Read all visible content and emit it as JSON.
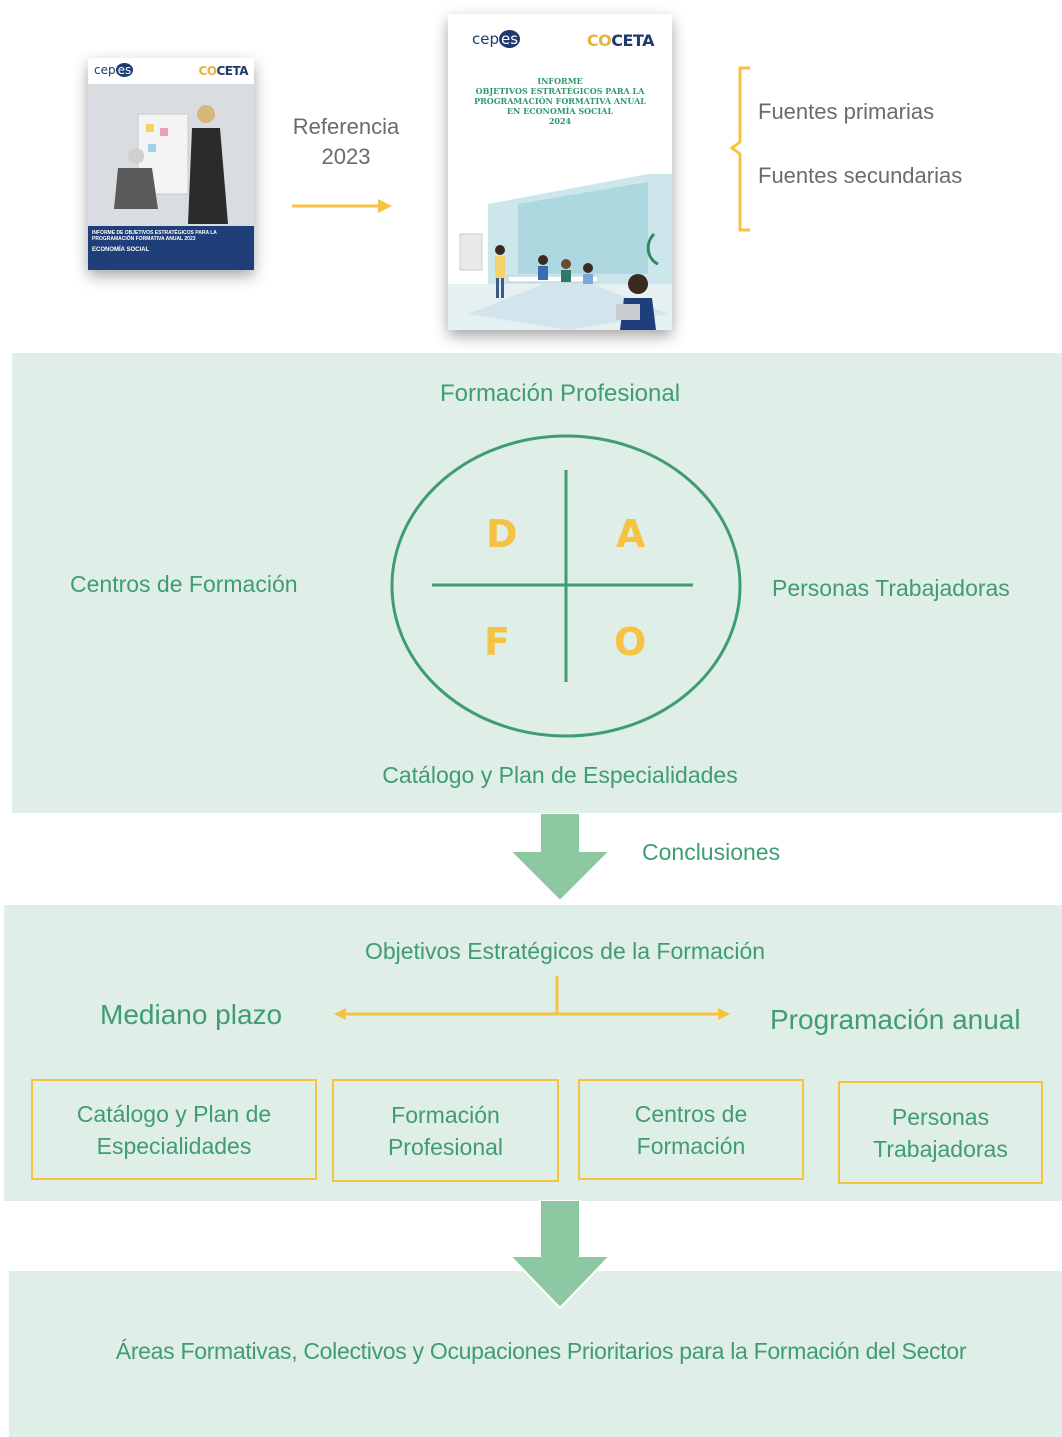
{
  "covers": {
    "old": {
      "cepes": "cep",
      "cepes_es": "es",
      "coceta_co": "CO",
      "coceta_rest": "CETA",
      "title": "INFORME DE OBJETIVOS ESTRATÉGICOS PARA LA PROGRAMACIÓN FORMATIVA ANUAL 2023",
      "subtitle": "ECONOMÍA SOCIAL"
    },
    "new": {
      "cepes": "cep",
      "cepes_es": "es",
      "coceta_co": "CO",
      "coceta_rest": "CETA",
      "title_lines": [
        "INFORME",
        "OBJETIVOS ESTRATÉGICOS PARA LA",
        "PROGRAMACIÓN FORMATIVA ANUAL",
        "EN ECONOMÍA SOCIAL",
        "2024"
      ]
    }
  },
  "reference": {
    "line1": "Referencia",
    "line2": "2023"
  },
  "sources": {
    "primary": "Fuentes primarias",
    "secondary": "Fuentes secundarias"
  },
  "dafo_panel": {
    "top": "Formación Profesional",
    "left": "Centros de Formación",
    "right": "Personas Trabajadoras",
    "bottom": "Catálogo y Plan de Especialidades",
    "quadrants": {
      "d": "D",
      "a": "A",
      "f": "F",
      "o": "O"
    }
  },
  "conclusions_label": "Conclusiones",
  "objectives_panel": {
    "title": "Objetivos Estratégicos de la Formación",
    "left": "Mediano plazo",
    "right": "Programación anual",
    "boxes": [
      "Catálogo y Plan de\nEspecialidades",
      "Formación\nProfesional",
      "Centros de\nFormación",
      "Personas\nTrabajadoras"
    ]
  },
  "result_panel": {
    "text": "Áreas Formativas, Colectivos y Ocupaciones Prioritarios para la Formación del Sector"
  },
  "colors": {
    "green": "#3f9c73",
    "panel": "#dfeee6",
    "yellow": "#f5c242",
    "arrow": "#8cc9a3",
    "grey_text": "#6b6b6b"
  }
}
